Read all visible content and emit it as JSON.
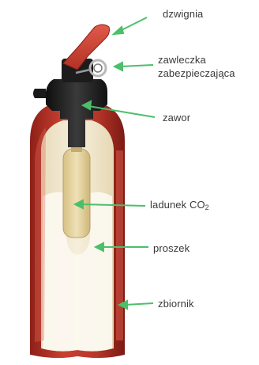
{
  "labels": {
    "lever": "dzwignia",
    "safety_pin_line1": "zawleczka",
    "safety_pin_line2": "zabezpieczająca",
    "valve": "zawor",
    "co2_charge_main": "ladunek CO",
    "co2_charge_sub": "2",
    "powder": "proszek",
    "tank": "zbiornik"
  },
  "colors": {
    "arrow": "#4cbf6a",
    "shell_red": "#c23a2c",
    "shell_dark": "#8e2018",
    "lever_red": "#d4473a",
    "interior_cream": "#f3ead2",
    "powder_white": "#fbf8ef",
    "valve_black": "#1c1c1c",
    "cartridge_tan": "#e3cf98",
    "label_text": "#3a3a3a"
  }
}
